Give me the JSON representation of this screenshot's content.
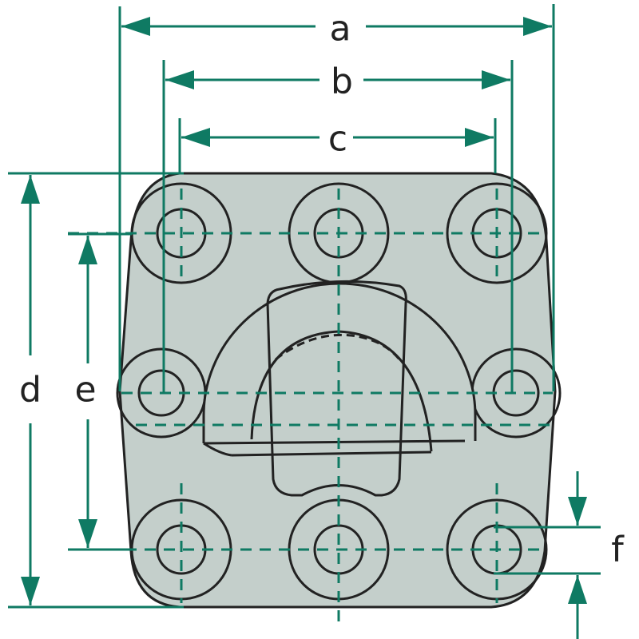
{
  "labels": {
    "a": "a",
    "b": "b",
    "c": "c",
    "d": "d",
    "e": "e",
    "f": "f"
  },
  "colors": {
    "dimension": "#0f7a63",
    "body_fill": "#c4cfcb",
    "outline": "#222222"
  }
}
